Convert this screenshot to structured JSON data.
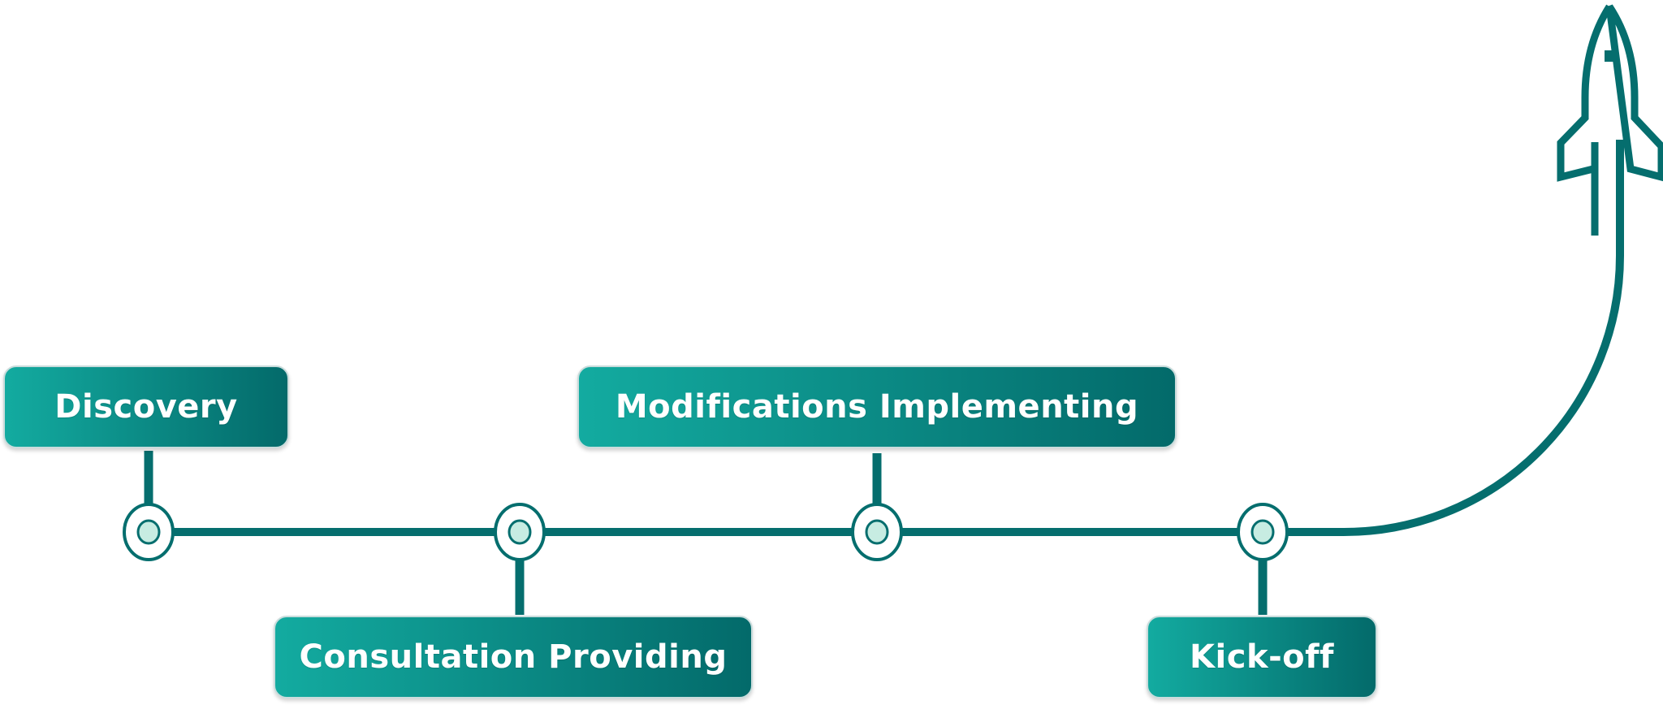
{
  "colors": {
    "line": "#056e6e",
    "node_fill": "#c7ece2",
    "box_gradient_start": "#13aba0",
    "box_gradient_end": "#036a6a",
    "label_text": "#ffffff"
  },
  "stages": [
    {
      "id": "discovery",
      "label": "Discovery",
      "position": "above"
    },
    {
      "id": "consultation-providing",
      "label": "Consultation Providing",
      "position": "below"
    },
    {
      "id": "modifications-implementing",
      "label": "Modifications Implementing",
      "position": "above"
    },
    {
      "id": "kick-off",
      "label": "Kick-off",
      "position": "below"
    }
  ],
  "rocket": {
    "icon": "rocket-icon"
  }
}
